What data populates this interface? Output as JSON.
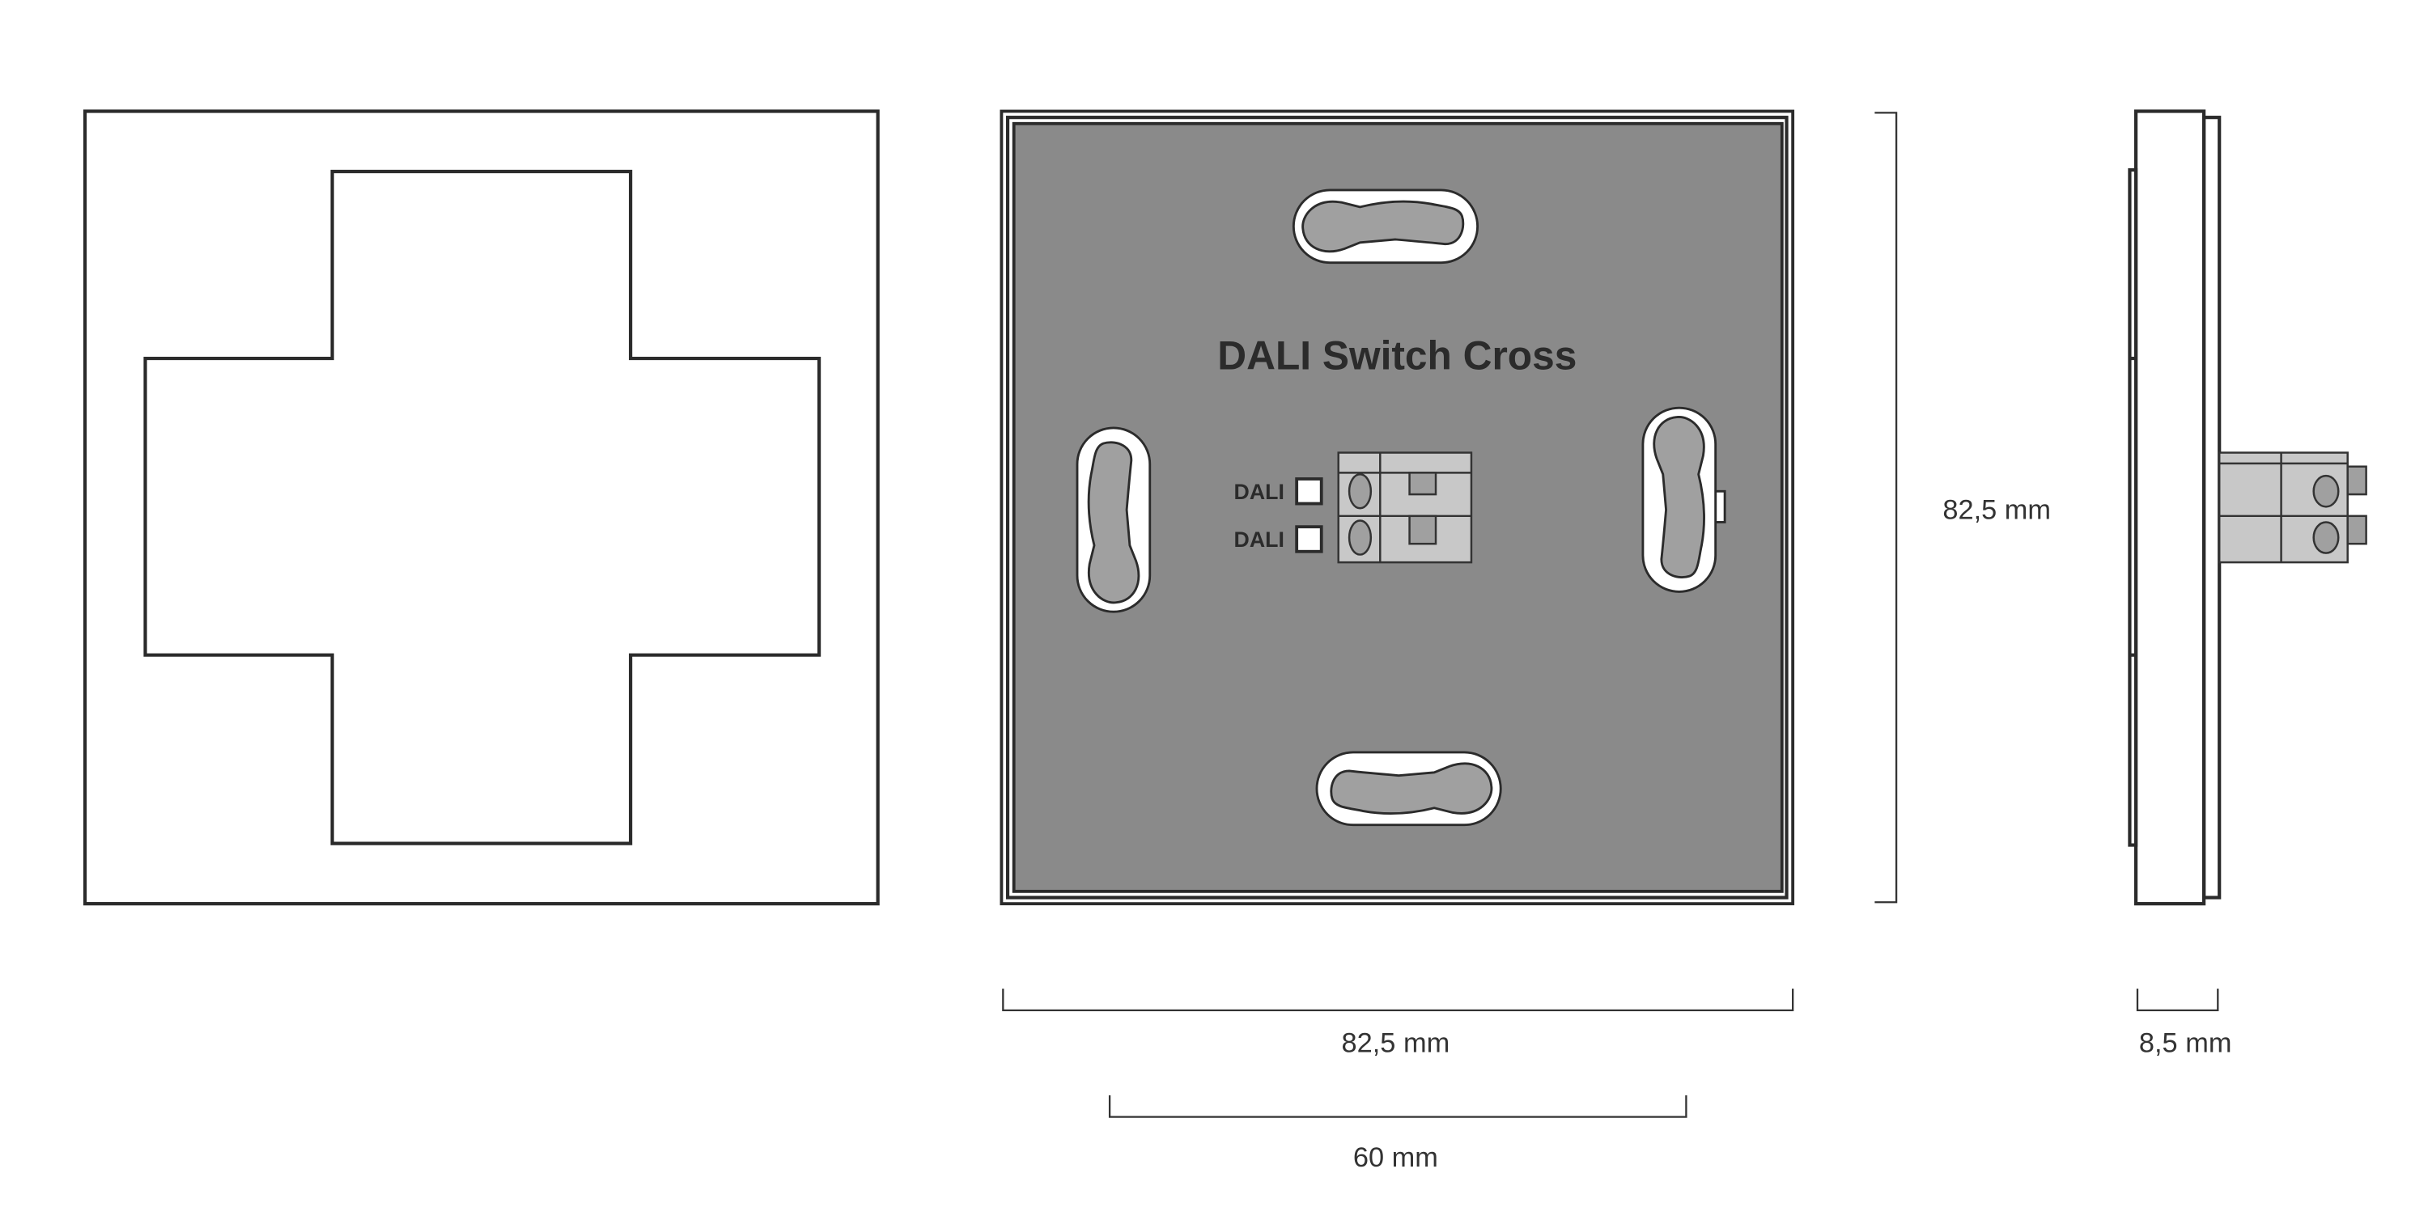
{
  "back_view": {
    "product_label": "DALI Switch Cross",
    "terminal_labels": [
      "DALI",
      "DALI"
    ]
  },
  "dimensions": {
    "height": "82,5 mm",
    "width": "82,5 mm",
    "mounting_distance": "60 mm",
    "depth": "8,5 mm"
  },
  "colors": {
    "housing_gray": "#8a8a8a",
    "terminal_gray": "#c8c8c8",
    "line": "#2b2b2b"
  }
}
